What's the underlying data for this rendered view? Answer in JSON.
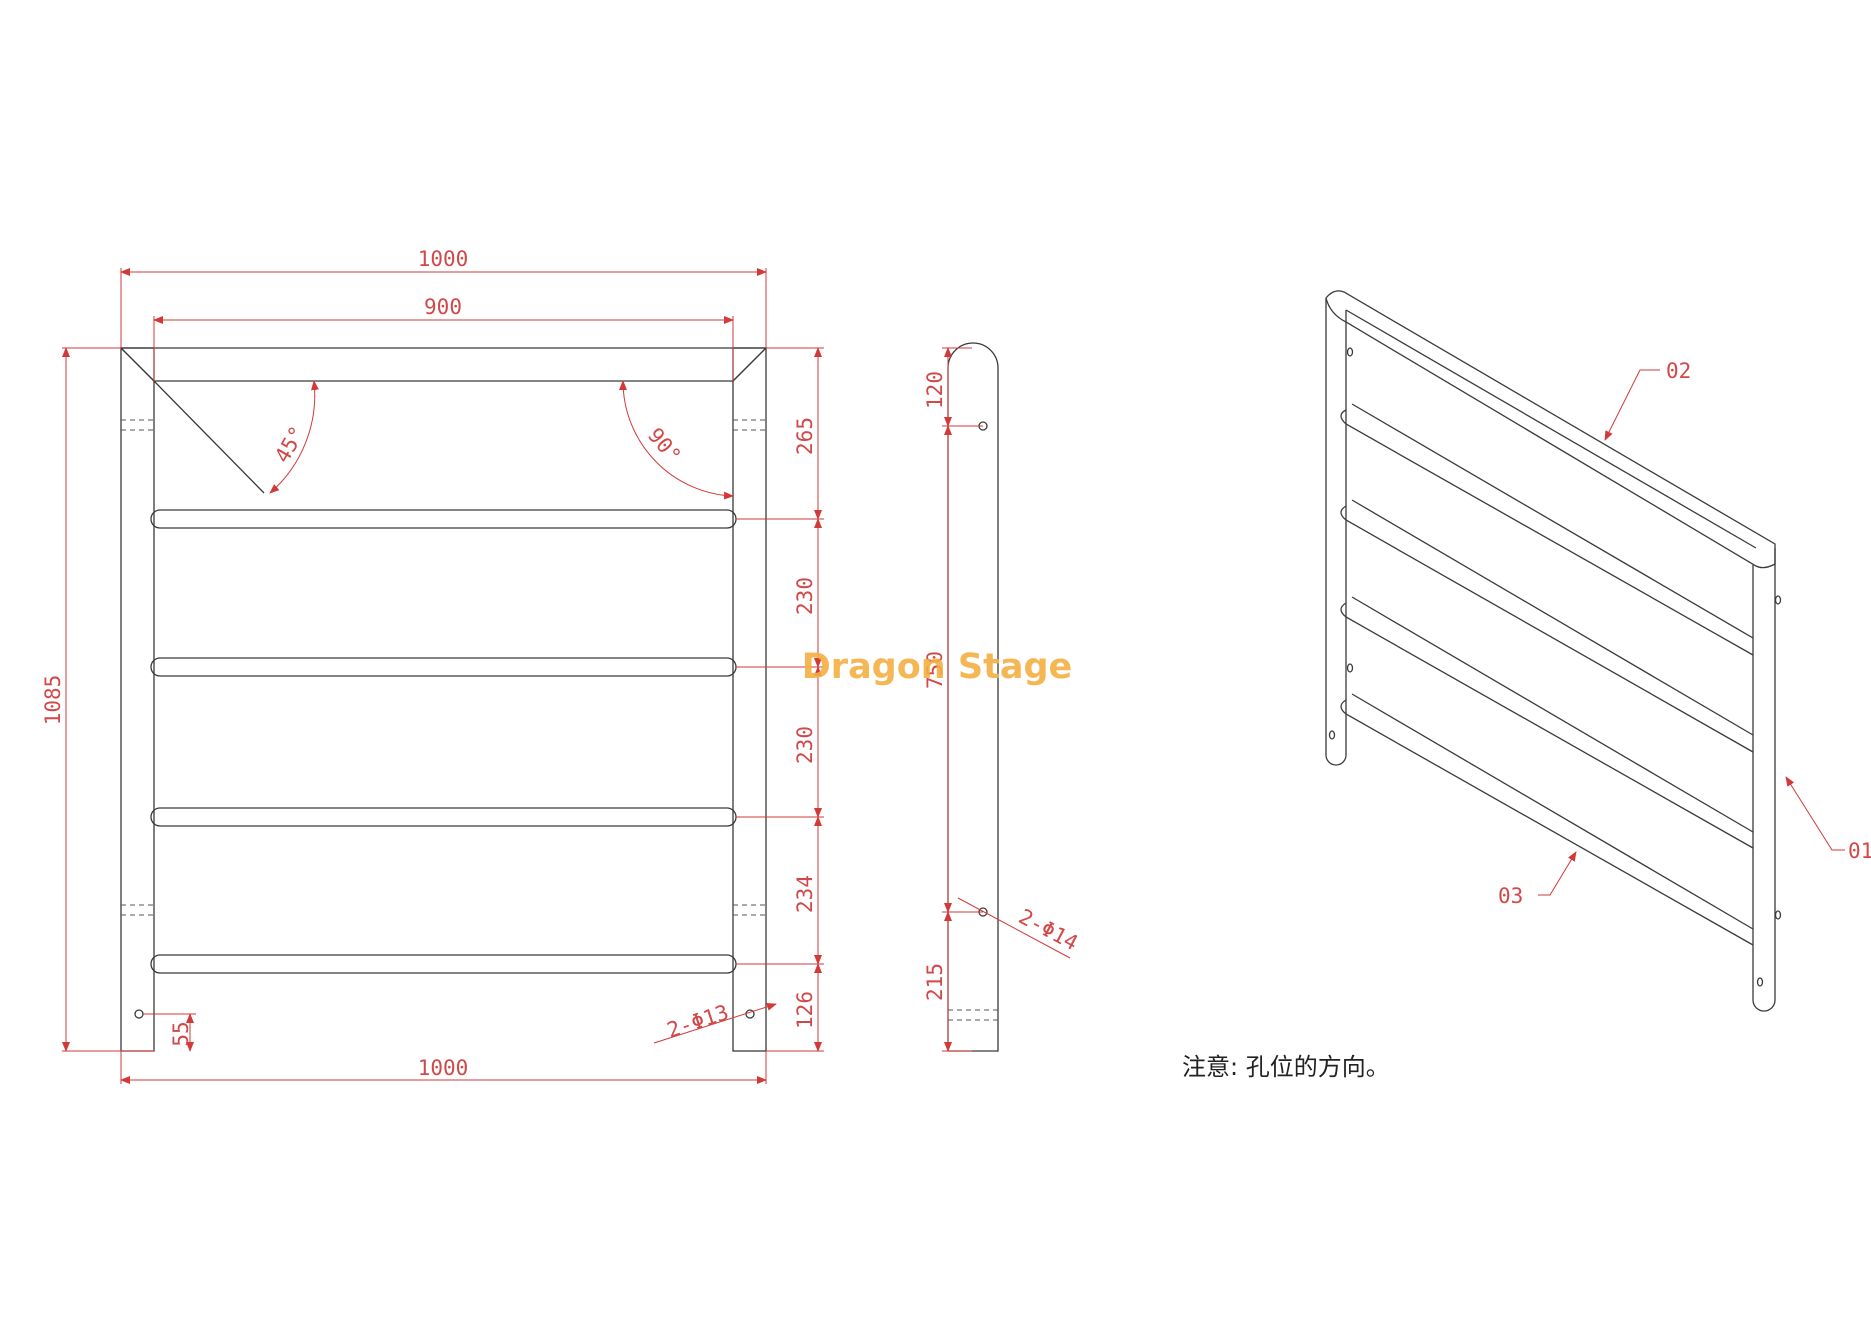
{
  "front_view": {
    "dim_overall_width_top": "1000",
    "dim_inner_width": "900",
    "dim_overall_height": "1085",
    "dim_overall_width_bottom": "1000",
    "angle_left": "45°",
    "angle_right": "90°",
    "dim_rung_spacing": [
      "265",
      "230",
      "230",
      "234",
      "126"
    ],
    "dim_hole_offset": "55",
    "hole_callout": "2-Φ13"
  },
  "side_view": {
    "dim_top": "120",
    "dim_middle": "750",
    "dim_bottom": "215",
    "hole_callout": "2-Φ14"
  },
  "iso_view": {
    "callout_top": "02",
    "callout_right": "01",
    "callout_bottom": "03"
  },
  "note": "注意: 孔位的方向。",
  "watermark": "Dragon Stage",
  "colors": {
    "dimension": "#d23a3a",
    "outline": "#3a3a3a",
    "watermark": "#f3b041"
  }
}
